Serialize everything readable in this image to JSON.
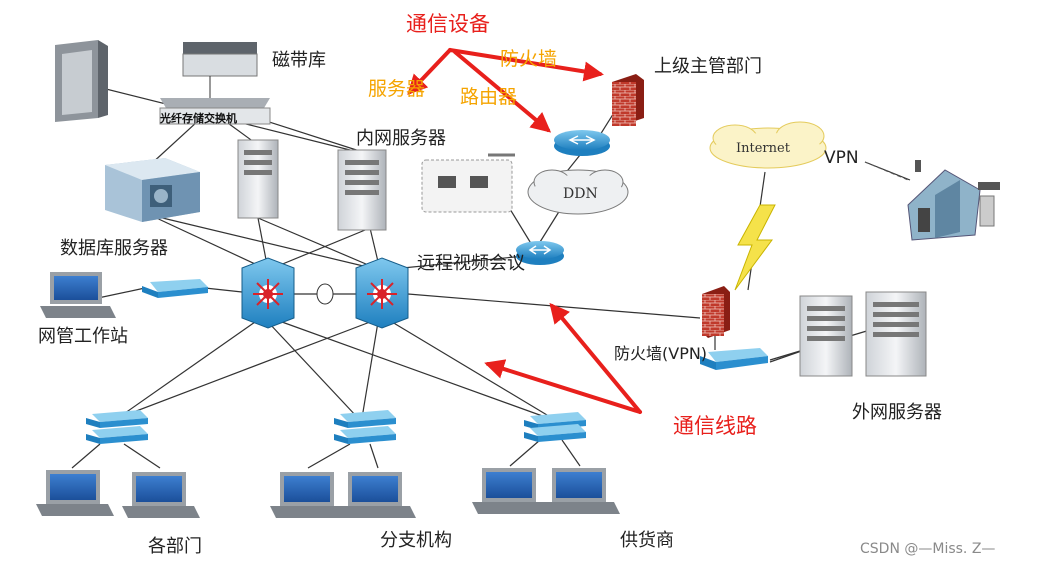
{
  "labels": {
    "tape_library": "磁带库",
    "fc_switch": "光纤存储交换机",
    "intranet_server": "内网服务器",
    "database_server": "数据库服务器",
    "nms_workstation": "网管工作站",
    "video_conf": "远程视频会议",
    "superior_dept": "上级主管部门",
    "internet": "Internet",
    "vpn": "VPN",
    "ddn": "DDN",
    "firewall_vpn": "防火墙(VPN)",
    "extranet_server": "外网服务器",
    "departments": "各部门",
    "branches": "分支机构",
    "suppliers": "供货商"
  },
  "annotations": {
    "comm_equipment": "通信设备",
    "firewall": "防火墙",
    "server": "服务器",
    "router": "路由器",
    "comm_lines": "通信线路"
  },
  "watermark": "CSDN @—Miss. Z—",
  "colors": {
    "annotation_red": "#e8201c",
    "annotation_orange": "#f5a400",
    "switch_blue": "#1e8fc9",
    "firewall_red": "#c0392b"
  }
}
